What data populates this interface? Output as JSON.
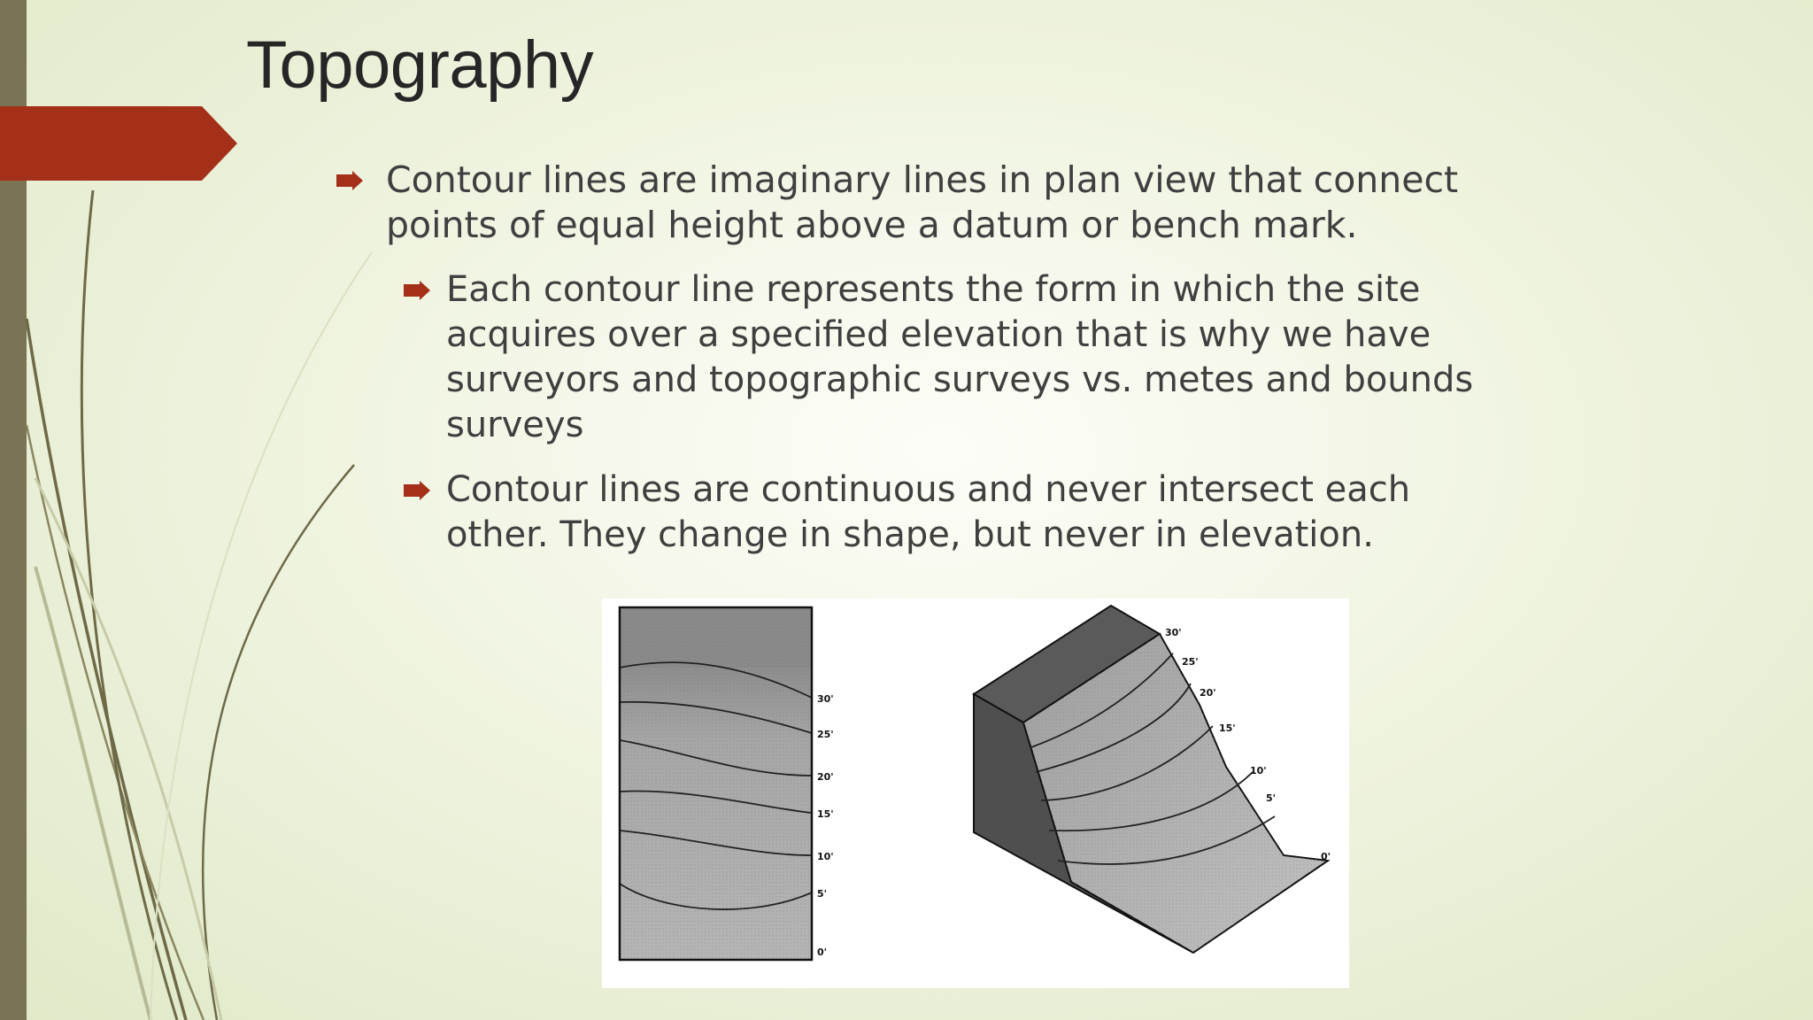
{
  "slide": {
    "title": "Topography",
    "bullets": [
      {
        "level": 1,
        "text": "Contour lines are imaginary lines in plan view that connect points of equal height above a datum or bench mark."
      },
      {
        "level": 2,
        "text": "Each contour line represents the form in which the site acquires over a specified elevation that is why we have surveyors and topographic surveys vs. metes and bounds surveys"
      },
      {
        "level": 2,
        "text": "Contour lines are continuous and never intersect each other.  They change in shape, but never in elevation."
      }
    ]
  },
  "figure": {
    "plan_labels": [
      "30'",
      "25'",
      "20'",
      "15'",
      "10'",
      "5'",
      "0'"
    ],
    "iso_labels": [
      "30'",
      "25'",
      "20'",
      "15'",
      "10'",
      "5'",
      "0'"
    ]
  },
  "colors": {
    "accent": "#a5301a",
    "side_bar": "#7a7454",
    "sweep_lines": "#6e6a48",
    "title_text": "#262626",
    "body_text": "#3f3f3f"
  },
  "icons": {
    "bullet": "arrow-bullet-icon",
    "accent": "accent-arrow-shape"
  }
}
